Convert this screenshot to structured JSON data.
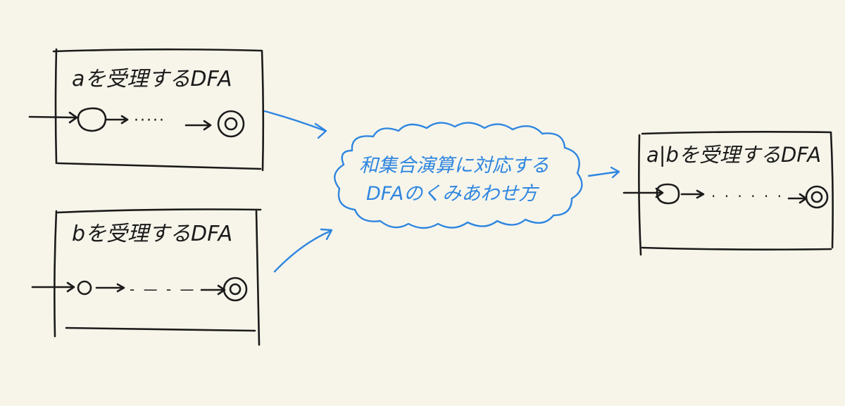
{
  "diagram": {
    "box_a": {
      "label": "aを受理するDFA",
      "path": "·····"
    },
    "box_b": {
      "label": "bを受理するDFA",
      "path": "- — - —"
    },
    "box_ab": {
      "label": "a|bを受理するDFA",
      "path": "· · · · · ·"
    },
    "cloud": {
      "line1": "和集合演算に対応する",
      "line2": "DFAのくみあわせ方"
    },
    "colors": {
      "ink": "#1b1b1b",
      "accent": "#2f86e0",
      "background": "#f7f5ea"
    }
  }
}
